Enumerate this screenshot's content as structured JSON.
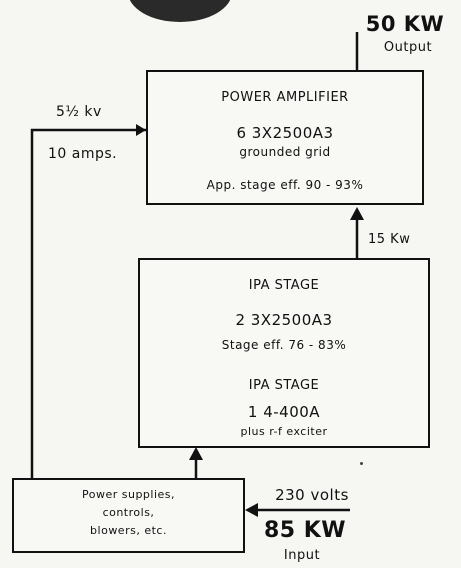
{
  "top_output": {
    "value": "50 KW",
    "label": "Output"
  },
  "power_amplifier": {
    "title": "POWER AMPLIFIER",
    "tubes": "6 3X2500A3",
    "config": "grounded grid",
    "efficiency": "App. stage eff. 90 - 93%"
  },
  "supply_voltage": {
    "kv": "5½ kv",
    "amps": "10 amps."
  },
  "drive_power": "15 Kw",
  "ipa_upper": {
    "title": "IPA STAGE",
    "tubes": "2 3X2500A3",
    "efficiency": "Stage eff. 76 - 83%"
  },
  "ipa_lower": {
    "title": "IPA STAGE",
    "tubes": "1 4-400A",
    "extra": "plus r-f exciter"
  },
  "power_supply": {
    "line1": "Power supplies,",
    "line2": "controls,",
    "line3": "blowers, etc."
  },
  "input": {
    "voltage": "230 volts",
    "value": "85 KW",
    "label": "Input"
  }
}
